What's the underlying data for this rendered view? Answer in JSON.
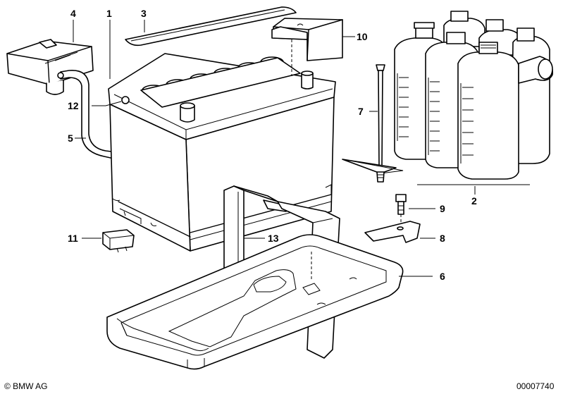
{
  "callouts": [
    {
      "id": "4",
      "label": "4"
    },
    {
      "id": "1",
      "label": "1"
    },
    {
      "id": "3",
      "label": "3"
    },
    {
      "id": "10",
      "label": "10"
    },
    {
      "id": "12",
      "label": "12"
    },
    {
      "id": "5",
      "label": "5"
    },
    {
      "id": "7",
      "label": "7"
    },
    {
      "id": "2",
      "label": "2"
    },
    {
      "id": "9",
      "label": "9"
    },
    {
      "id": "8",
      "label": "8"
    },
    {
      "id": "11",
      "label": "11"
    },
    {
      "id": "13",
      "label": "13"
    },
    {
      "id": "6",
      "label": "6"
    }
  ],
  "footer": {
    "copyright": "© BMW AG",
    "drawing_number": "00007740"
  },
  "colors": {
    "line": "#000000",
    "background": "#ffffff"
  }
}
